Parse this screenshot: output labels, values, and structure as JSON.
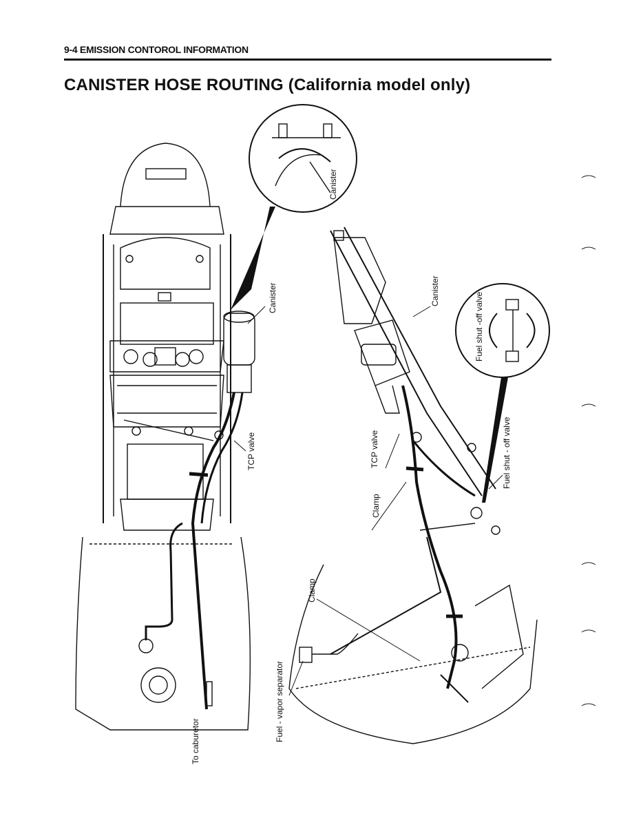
{
  "header": {
    "section": "9-4  EMISSION CONTOROL INFORMATION"
  },
  "title": "CANISTER HOSE ROUTING (California model only)",
  "labels": {
    "canister_inset": "Canister",
    "canister_left": "Canister",
    "canister_right": "Canister",
    "fuel_shutoff_inset": "Fuel shut -off valve",
    "fuel_shutoff_right": "Fuel shut - off valve",
    "tcp_left": "TCP valve",
    "tcp_right": "TCP valve",
    "clamp_right": "Clamp",
    "clamp_center": "Clamp",
    "fuel_vapor_separator": "Fuel - vapor separator",
    "to_carburetor": "To caburetor"
  }
}
